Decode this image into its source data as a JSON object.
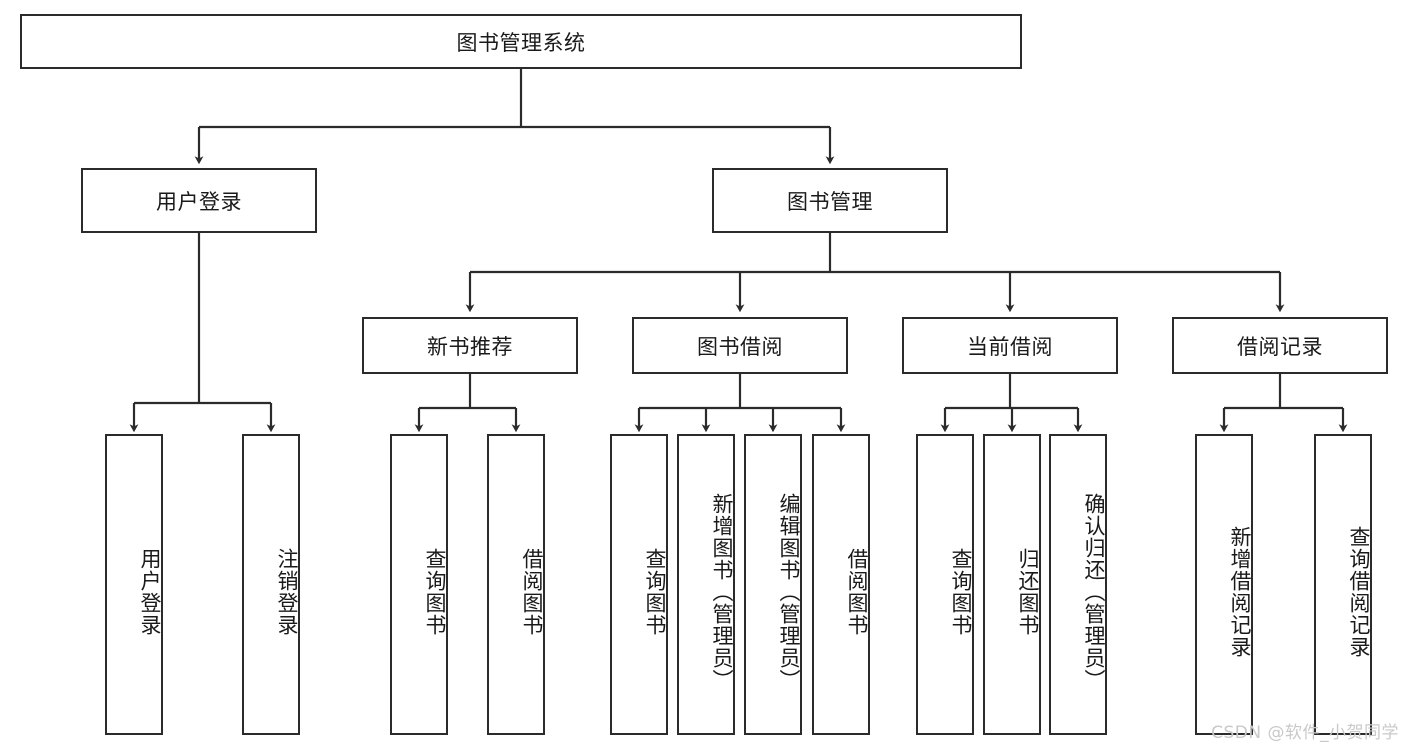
{
  "diagram": {
    "title": "图书管理系统",
    "type": "tree-hierarchy-chart",
    "root": {
      "label": "图书管理系统"
    },
    "level2": [
      {
        "label": "用户登录"
      },
      {
        "label": "图书管理"
      }
    ],
    "level3": [
      {
        "label": "新书推荐"
      },
      {
        "label": "图书借阅"
      },
      {
        "label": "当前借阅"
      },
      {
        "label": "借阅记录"
      }
    ],
    "leaves": {
      "user_login": [
        {
          "label": "用户登录"
        },
        {
          "label": "注销登录"
        }
      ],
      "new_book_recommend": [
        {
          "label": "查询图书"
        },
        {
          "label": "借阅图书"
        }
      ],
      "book_borrow": [
        {
          "label": "查询图书"
        },
        {
          "label": "新增图书（管理员）"
        },
        {
          "label": "编辑图书（管理员）"
        },
        {
          "label": "借阅图书"
        }
      ],
      "current_borrow": [
        {
          "label": "查询图书"
        },
        {
          "label": "归还图书"
        },
        {
          "label": "确认归还（管理员）"
        }
      ],
      "borrow_record": [
        {
          "label": "新增借阅记录"
        },
        {
          "label": "查询借阅记录"
        }
      ]
    }
  },
  "watermark": {
    "text": "CSDN @软件_小贺同学"
  },
  "colors": {
    "border": "#2b2b2b",
    "background": "#ffffff",
    "text": "#1a1a1a",
    "watermark": "#c9c9c9"
  }
}
